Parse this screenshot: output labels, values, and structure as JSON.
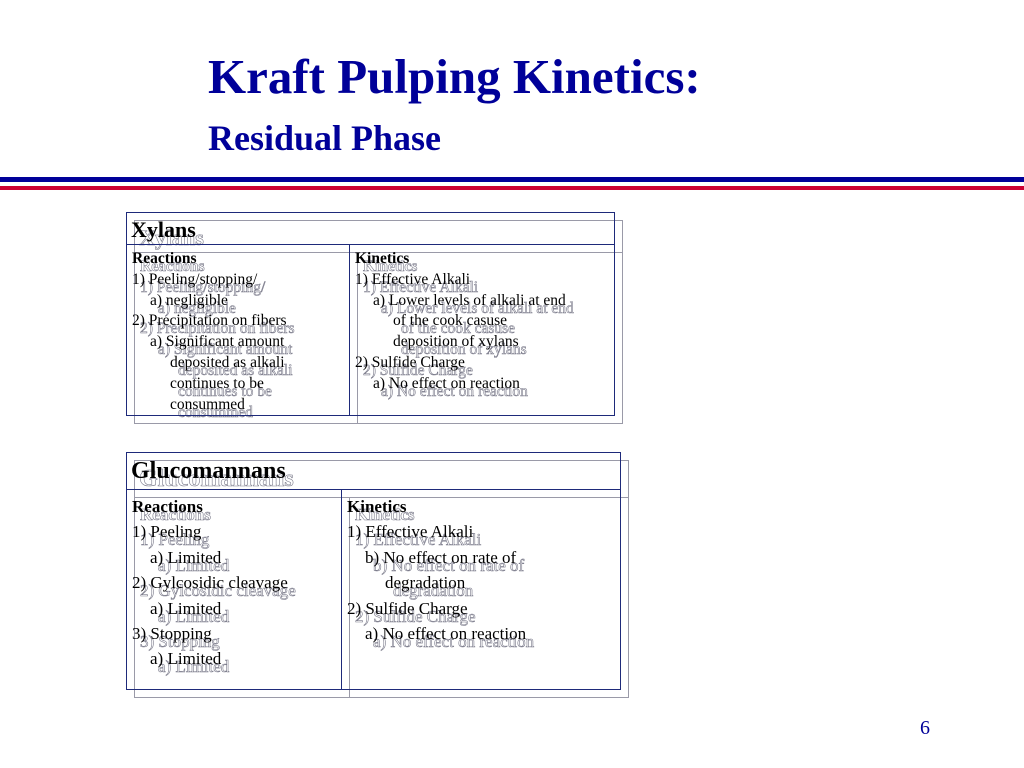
{
  "slide": {
    "title": "Kraft Pulping Kinetics:",
    "subtitle": "Residual Phase",
    "page_number": "6"
  },
  "colors": {
    "title": "#000099",
    "rule_top": "#000099",
    "rule_bottom": "#cc0033",
    "border": "#1e2a7a",
    "shadow": "#9a9aa8"
  },
  "xylans": {
    "header": "Xylans",
    "reactions": {
      "heading": "Reactions",
      "lines": [
        "1)  Peeling/stopping/",
        "a) negligible",
        "2)  Precipitation on fibers",
        "a) Significant amount",
        "deposited as alkali",
        "continues to be",
        "consummed"
      ]
    },
    "kinetics": {
      "heading": "Kinetics",
      "lines": [
        "1)  Effective Alkali",
        "a) Lower levels of alkali at end",
        "of the cook casuse",
        "deposition of xylans",
        "2)  Sulfide Charge",
        "a) No effect on reaction"
      ]
    }
  },
  "glucomannans": {
    "header": "Glucomannans",
    "reactions": {
      "heading": "Reactions",
      "lines": [
        "1) Peeling",
        "a) Limited",
        "2) Gylcosidic cleavage",
        "a) Limited",
        "3) Stopping",
        "a) Limited"
      ]
    },
    "kinetics": {
      "heading": "Kinetics",
      "lines": [
        "1) Effective Alkali",
        "b) No effect on rate of",
        "degradation",
        "2) Sulfide Charge",
        "a) No effect on reaction"
      ]
    }
  }
}
